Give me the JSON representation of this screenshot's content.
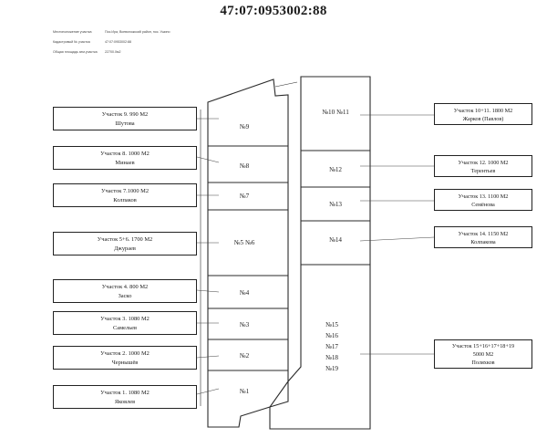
{
  "title": "47:07:0953002:88",
  "meta": [
    {
      "label": "Местоположение участка",
      "value": "Пос.Ира, Всеволожский район, пос. Ушино"
    },
    {
      "label": "Кадастровый № участка",
      "value": "47:07:0953002:88"
    },
    {
      "label": "Общая площадь зем.участка",
      "value": "22700.0м2"
    }
  ],
  "left_plots": [
    {
      "line1": "Участок 9.  990 М2",
      "line2": "Шутова"
    },
    {
      "line1": "Участок 8. 1000 М2",
      "line2": "Минаев"
    },
    {
      "line1": "Участок 7.1000 М2",
      "line2": "Колпаков"
    },
    {
      "line1": "Участок 5+6. 1700 М2",
      "line2": "Джураев"
    },
    {
      "line1": "Участок 4. 800 М2",
      "line2": "Заско"
    },
    {
      "line1": "Участок 3. 1080 М2",
      "line2": "Самельев"
    },
    {
      "line1": "Участок 2. 1000 М2",
      "line2": "Чернышёв"
    },
    {
      "line1": "Участок 1. 1080 М2",
      "line2": "Яковлев"
    }
  ],
  "right_plots": [
    {
      "line1": "Участок 10+11. 1800 М2",
      "line2": "Жарков (Павлов)"
    },
    {
      "line1": "Участок 12. 1000 М2",
      "line2": "Терентьев"
    },
    {
      "line1": "Участок 13. 1100 М2",
      "line2": "Семёнова"
    },
    {
      "line1": "Участок 14. 1150 М2",
      "line2": "Колпакова"
    },
    {
      "line1": "Участок 15+16+17+18+19",
      "line2": "5000 М2",
      "line3": "Поляхков"
    }
  ],
  "plan_labels": {
    "p9": "№9",
    "p8": "№8",
    "p7": "№7",
    "p56": "№5 №6",
    "p4": "№4",
    "p3": "№3",
    "p2": "№2",
    "p1": "№1",
    "p1011": "№10 №11",
    "p12": "№12",
    "p13": "№13",
    "p14": "№14",
    "p15": "№15",
    "p16": "№16",
    "p17": "№17",
    "p18": "№18",
    "p19": "№19"
  },
  "colors": {
    "line": "#2a2a2a",
    "text": "#1a1a1a"
  }
}
